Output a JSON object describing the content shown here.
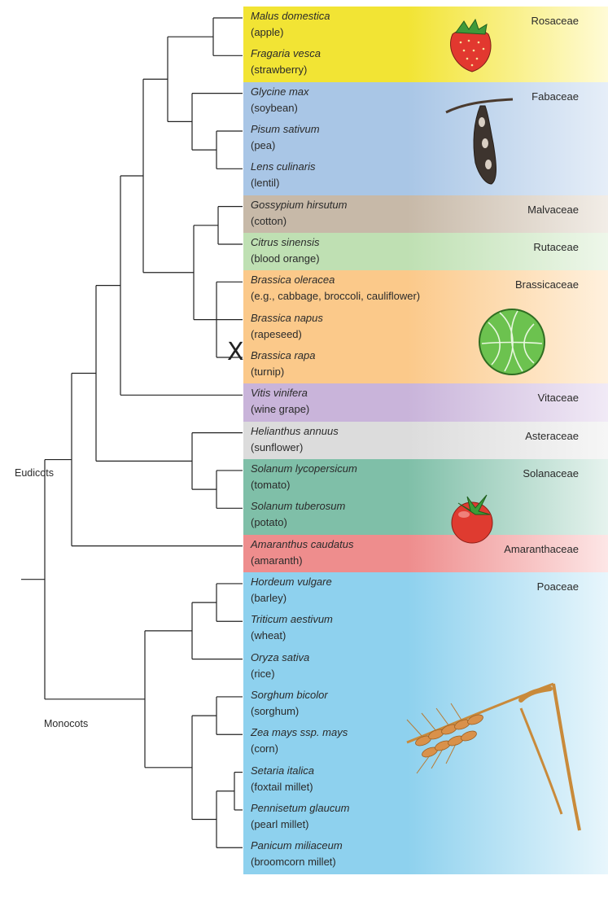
{
  "families": [
    {
      "name": "Rosaceae",
      "color_top": "#f2e434",
      "color_bottom": "#fffbd6",
      "taxa": [
        {
          "sci": "Malus domestica",
          "common": "(apple)"
        },
        {
          "sci": "Fragaria vesca",
          "common": "(strawberry)"
        }
      ]
    },
    {
      "name": "Fabaceae",
      "color_top": "#a9c6e6",
      "color_bottom": "#e6eef8",
      "taxa": [
        {
          "sci": "Glycine max",
          "common": "(soybean)"
        },
        {
          "sci": "Pisum sativum",
          "common": "(pea)"
        },
        {
          "sci": "Lens culinaris",
          "common": "(lentil)"
        }
      ]
    },
    {
      "name": "Malvaceae",
      "color_top": "#c7b9a8",
      "color_bottom": "#f2ede7",
      "taxa": [
        {
          "sci": "Gossypium hirsutum",
          "common": "(cotton)"
        }
      ]
    },
    {
      "name": "Rutaceae",
      "color_top": "#bfe0b3",
      "color_bottom": "#eef7ea",
      "taxa": [
        {
          "sci": "Citrus sinensis",
          "common": "(blood orange)"
        }
      ]
    },
    {
      "name": "Brassicaceae",
      "color_top": "#fbc98a",
      "color_bottom": "#fff1de",
      "taxa": [
        {
          "sci": "Brassica oleracea",
          "common": "(e.g., cabbage, broccoli, cauliflower)"
        },
        {
          "sci": "Brassica napus",
          "common": "(rapeseed)"
        },
        {
          "sci": "Brassica rapa",
          "common": "(turnip)"
        }
      ]
    },
    {
      "name": "Vitaceae",
      "color_top": "#c9b4da",
      "color_bottom": "#f1eaf6",
      "taxa": [
        {
          "sci": "Vitis vinifera",
          "common": "(wine grape)"
        }
      ]
    },
    {
      "name": "Asteraceae",
      "color_top": "#dcdcdc",
      "color_bottom": "#f6f6f6",
      "taxa": [
        {
          "sci": "Helianthus annuus",
          "common": "(sunflower)"
        }
      ]
    },
    {
      "name": "Solanaceae",
      "color_top": "#7fbfa8",
      "color_bottom": "#e6f3ee",
      "taxa": [
        {
          "sci": "Solanum lycopersicum",
          "common": "(tomato)"
        },
        {
          "sci": "Solanum tuberosum",
          "common": "(potato)"
        }
      ]
    },
    {
      "name": "Amaranthaceae",
      "color_top": "#ee8d8d",
      "color_bottom": "#fde6e6",
      "taxa": [
        {
          "sci": "Amaranthus caudatus",
          "common": "(amaranth)"
        }
      ]
    },
    {
      "name": "Poaceae",
      "color_top": "#8ed1ee",
      "color_bottom": "#e8f6fc",
      "taxa": [
        {
          "sci": "Hordeum vulgare",
          "common": "(barley)"
        },
        {
          "sci": "Triticum aestivum",
          "common": "(wheat)"
        },
        {
          "sci": "Oryza sativa",
          "common": "(rice)"
        },
        {
          "sci": "Sorghum bicolor",
          "common": "(sorghum)"
        },
        {
          "sci": "Zea mays ssp. mays",
          "common": "(corn)"
        },
        {
          "sci": "Setaria italica",
          "common": "(foxtail millet)"
        },
        {
          "sci": "Pennisetum glaucum",
          "common": "(pearl millet)"
        },
        {
          "sci": "Panicum miliaceum",
          "common": "(broomcorn millet)"
        }
      ]
    }
  ],
  "clades": {
    "eudicots": "Eudicots",
    "monocots": "Monocots"
  },
  "hybrid_mark": "X",
  "icons": [
    "strawberry-icon",
    "pea-pod-icon",
    "cabbage-icon",
    "tomato-icon",
    "wheat-icon"
  ]
}
